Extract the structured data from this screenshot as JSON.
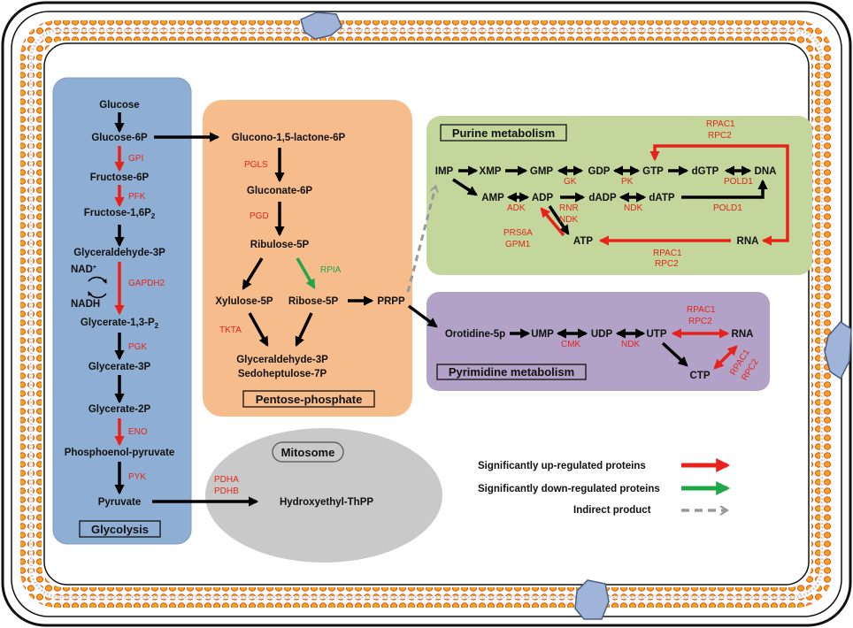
{
  "colors": {
    "up": "#e8211b",
    "down": "#21a649",
    "indirect": "#999999",
    "glycolysis_bg": "#8faed4",
    "pentose_bg": "#f7bc8c",
    "purine_bg": "#c3d69b",
    "pyrimidine_bg": "#b3a2c7",
    "mitosome_bg": "#c9c9c9",
    "enzyme_text": "#e3261c"
  },
  "modules": {
    "glycolysis": "Glycolysis",
    "pentose": "Pentose-phosphate",
    "purine": "Purine metabolism",
    "pyrimidine": "Pyrimidine metabolism",
    "mitosome": "Mitosome"
  },
  "glycolysis": {
    "glucose": "Glucose",
    "glucose6p": "Glucose-6P",
    "fructose6p": "Fructose-6P",
    "fructose16p2": "Fructose-1,6P",
    "fructose16p2_sub": "2",
    "glyceraldehyde3p": "Glyceraldehyde-3P",
    "glycerate13p2": "Glycerate-1,3-P",
    "glycerate13p2_sub": "2",
    "glycerate3p": "Glycerate-3P",
    "glycerate2p": "Glycerate-2P",
    "pep": "Phosphoenol-pyruvate",
    "pyruvate": "Pyruvate",
    "nad_plus": "NAD",
    "nad_plus_sup": "+",
    "nadh": "NADH",
    "enzymes": {
      "gpi": "GPI",
      "pfk": "PFK",
      "gapdh2": "GAPDH2",
      "pgk": "PGK",
      "eno": "ENO",
      "pyk": "PYK"
    }
  },
  "pentose": {
    "glucono_lactone": "Glucono-1,5-lactone-6P",
    "gluconate6p": "Gluconate-6P",
    "ribulose5p": "Ribulose-5P",
    "xylulose5p": "Xylulose-5P",
    "ribose5p": "Ribose-5P",
    "prpp": "PRPP",
    "g3p": "Glyceraldehyde-3P",
    "s7p": "Sedoheptulose-7P",
    "enzymes": {
      "pgls": "PGLS",
      "pgd": "PGD",
      "rpia": "RPIA",
      "tkta": "TKTA"
    }
  },
  "purine": {
    "imp": "IMP",
    "xmp": "XMP",
    "gmp": "GMP",
    "gdp": "GDP",
    "gtp": "GTP",
    "dgtp": "dGTP",
    "dna": "DNA",
    "amp": "AMP",
    "adp": "ADP",
    "dadp": "dADP",
    "datp": "dATP",
    "atp": "ATP",
    "rna": "RNA",
    "enzymes": {
      "gk": "GK",
      "pk": "PK",
      "pold1_a": "POLD1",
      "pold1_b": "POLD1",
      "adk": "ADK",
      "rnr": "RNR",
      "ndk_a": "NDK",
      "ndk_b": "NDK",
      "prs6a": "PRS6A",
      "gpm1": "GPM1",
      "rpac1_top": "RPAC1",
      "rpc2_top": "RPC2",
      "rpac1_bottom": "RPAC1",
      "rpc2_bottom": "RPC2"
    }
  },
  "pyrimidine": {
    "orotidine": "Orotidine-5p",
    "ump": "UMP",
    "udp": "UDP",
    "utp": "UTP",
    "rna": "RNA",
    "ctp": "CTP",
    "enzymes": {
      "cmk": "CMK",
      "ndk": "NDK",
      "rpac1_a": "RPAC1",
      "rpc2_a": "RPC2",
      "rpac1_b": "RPAC1",
      "rpc2_b": "RPC2"
    }
  },
  "mitosome": {
    "product": "Hydroxyethyl-ThPP",
    "enzymes": {
      "pdha": "PDHA",
      "pdhb": "PDHB"
    }
  },
  "legend": {
    "up": "Significantly up-regulated proteins",
    "down": "Significantly down-regulated proteins",
    "indirect": "Indirect product"
  }
}
